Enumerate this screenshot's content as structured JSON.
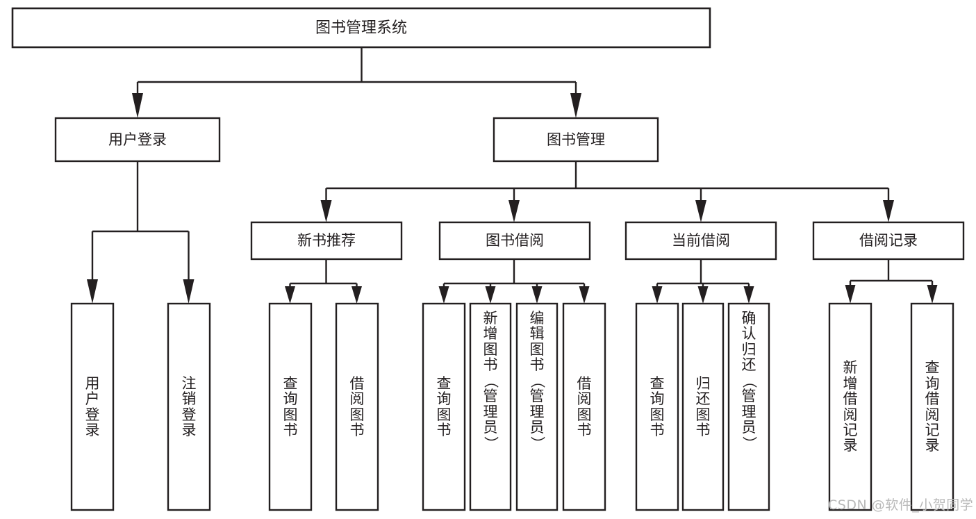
{
  "diagram": {
    "title": "图书管理系统",
    "type": "hierarchy-tree",
    "watermark": "CSDN @软件_小贺同学",
    "colors": {
      "stroke": "#231f20",
      "fill": "#ffffff",
      "background": "#ffffff",
      "watermark": "#b9b9b9"
    },
    "nodes": {
      "root": {
        "label": "图书管理系统",
        "level": 1
      },
      "level2": [
        {
          "id": "user-login",
          "label": "用户登录"
        },
        {
          "id": "book-manage",
          "label": "图书管理"
        }
      ],
      "level3": [
        {
          "id": "new-book-rec",
          "label": "新书推荐",
          "parent": "book-manage"
        },
        {
          "id": "book-borrow",
          "label": "图书借阅",
          "parent": "book-manage"
        },
        {
          "id": "current-borrow",
          "label": "当前借阅",
          "parent": "book-manage"
        },
        {
          "id": "borrow-record",
          "label": "借阅记录",
          "parent": "book-manage"
        }
      ],
      "leaves": [
        {
          "id": "leaf-user-login",
          "label": "用户登录",
          "parent": "user-login"
        },
        {
          "id": "leaf-user-logout",
          "label": "注销登录",
          "parent": "user-login"
        },
        {
          "id": "leaf-query-book-1",
          "label": "查询图书",
          "parent": "new-book-rec"
        },
        {
          "id": "leaf-borrow-book-1",
          "label": "借阅图书",
          "parent": "new-book-rec"
        },
        {
          "id": "leaf-query-book-2",
          "label": "查询图书",
          "parent": "book-borrow"
        },
        {
          "id": "leaf-add-book",
          "label": "新增图书（管理员）",
          "parent": "book-borrow"
        },
        {
          "id": "leaf-edit-book",
          "label": "编辑图书（管理员）",
          "parent": "book-borrow"
        },
        {
          "id": "leaf-borrow-book-2",
          "label": "借阅图书",
          "parent": "book-borrow"
        },
        {
          "id": "leaf-query-book-3",
          "label": "查询图书",
          "parent": "current-borrow"
        },
        {
          "id": "leaf-return-book",
          "label": "归还图书",
          "parent": "current-borrow"
        },
        {
          "id": "leaf-confirm-return",
          "label": "确认归还（管理员）",
          "parent": "current-borrow"
        },
        {
          "id": "leaf-add-record",
          "label": "新增借阅记录",
          "parent": "borrow-record"
        },
        {
          "id": "leaf-query-record",
          "label": "查询借阅记录",
          "parent": "borrow-record"
        }
      ]
    }
  }
}
